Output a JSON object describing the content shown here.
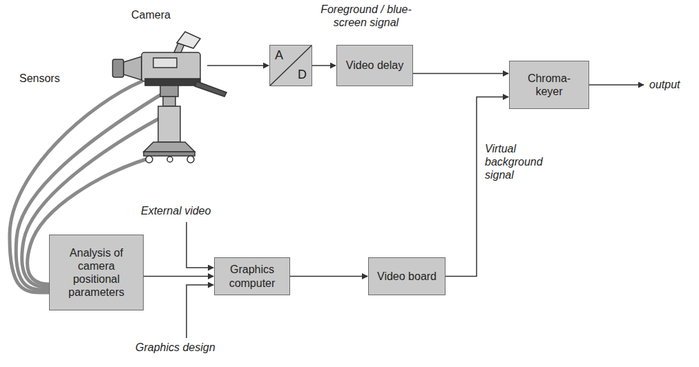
{
  "diagram": {
    "nodes": [
      {
        "text": [
          "A",
          "D"
        ]
      },
      {
        "text": [
          "Video delay"
        ]
      },
      {
        "text": [
          "Chroma- keyer"
        ]
      },
      {
        "text": [
          "Analysis of camera positional parameters"
        ]
      },
      {
        "text": [
          "Graphics computer"
        ]
      },
      {
        "text": [
          "Video board"
        ]
      }
    ],
    "edges": [
      {
        "from": 0,
        "to": 1,
        "arrow": "to"
      },
      {
        "from": 1,
        "to": 2,
        "arrow": "to"
      },
      {
        "from": 3,
        "to": 4,
        "arrow": "to"
      },
      {
        "from": 4,
        "to": 5,
        "arrow": "to"
      },
      {
        "from": 5,
        "to": 2,
        "arrow": "to",
        "label": "Virtual background signal"
      }
    ],
    "labels": [
      "Camera",
      "Sensors",
      "Foreground / blue-screen signal",
      "output",
      "External video",
      "Graphics design"
    ]
  }
}
